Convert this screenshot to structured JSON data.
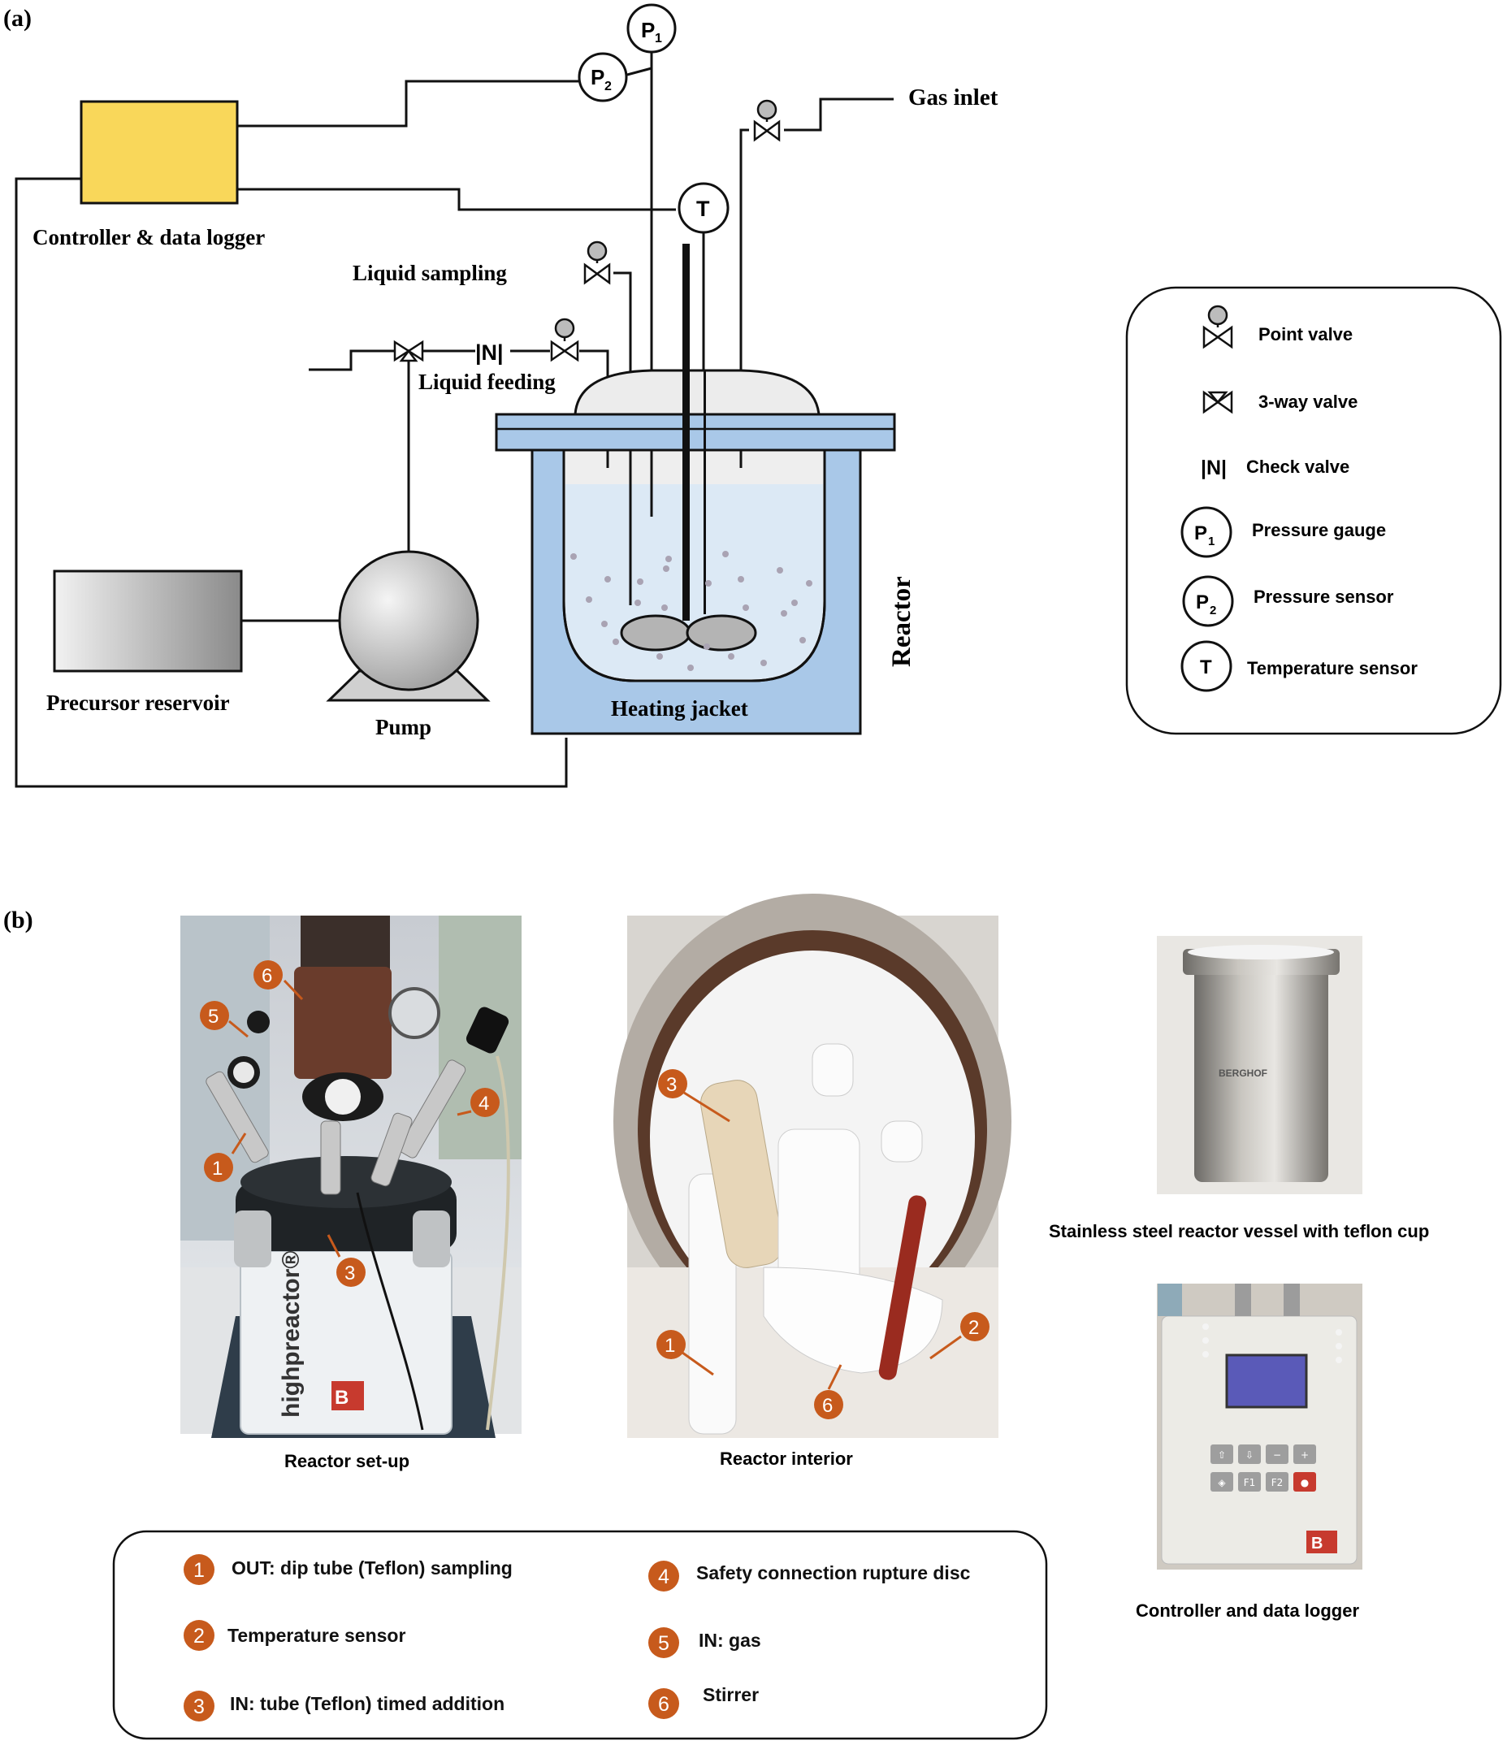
{
  "panel_a": {
    "label": "(a)",
    "gauges": {
      "p1": "P",
      "p1_sub": "1",
      "p2": "P",
      "p2_sub": "2",
      "t": "T"
    },
    "gas_inlet": "Gas inlet",
    "controller": "Controller & data logger",
    "liquid_sampling": "Liquid sampling",
    "check_valve_symbol": "|N|",
    "liquid_feeding": "Liquid feeding",
    "precursor_reservoir": "Precursor reservoir",
    "pump": "Pump",
    "heating_jacket": "Heating jacket",
    "reactor": "Reactor",
    "legend": {
      "point_valve": "Point valve",
      "three_way_valve": "3-way valve",
      "check_valve_symbol": "|N|",
      "check_valve": "Check valve",
      "pressure_gauge": "Pressure gauge",
      "pressure_sensor": "Pressure sensor",
      "temperature_sensor": "Temperature sensor"
    }
  },
  "panel_b": {
    "label": "(b)",
    "photo_setup": {
      "caption": "Reactor set-up",
      "brand": "highpreactor®",
      "markers": [
        "6",
        "5",
        "4",
        "1",
        "3"
      ]
    },
    "photo_interior": {
      "caption": "Reactor interior",
      "markers": [
        "3",
        "1",
        "6",
        "2"
      ]
    },
    "photo_vessel": {
      "caption": "Stainless steel reactor vessel with teflon cup",
      "engraving": "BERGHOF"
    },
    "photo_controller": {
      "caption": "Controller and data logger",
      "keys": [
        "⇧",
        "⇩",
        "−",
        "+",
        "◈",
        "F1",
        "F2",
        "●"
      ],
      "logo": "B"
    },
    "legend": [
      {
        "num": "1",
        "text": "OUT: dip tube (Teflon) sampling"
      },
      {
        "num": "2",
        "text": "Temperature  sensor"
      },
      {
        "num": "3",
        "text": "IN: tube (Teflon) timed addition"
      },
      {
        "num": "4",
        "text": "Safety connection rupture disc"
      },
      {
        "num": "5",
        "text": "IN: gas"
      },
      {
        "num": "6",
        "text": "Stirrer"
      }
    ]
  },
  "colors": {
    "controller_fill": "#f9d75a",
    "jacket_fill": "#a9c8e8",
    "liquid_fill": "#dce9f5",
    "marker_orange": "#c75a1c"
  }
}
